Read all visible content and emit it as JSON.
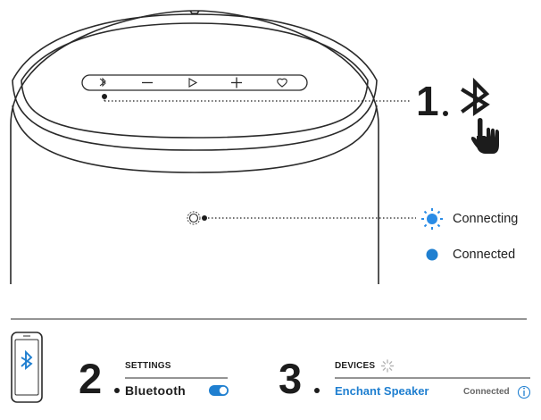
{
  "colors": {
    "line": "#2a2a2a",
    "accent": "#1f7fd0",
    "connecting": "#2a8ce6",
    "connected": "#1f7fd0",
    "muted": "#666666"
  },
  "speaker": {
    "top_panel_icons": [
      "bluetooth-icon",
      "minus-icon",
      "play-icon",
      "plus-icon",
      "heart-icon"
    ],
    "status_light_icon": "status-light-icon"
  },
  "step1": {
    "number": "1",
    "icons": [
      "bluetooth-icon",
      "press-hand-icon"
    ]
  },
  "status": {
    "connecting_label": "Connecting",
    "connected_label": "Connected"
  },
  "step2": {
    "number": "2",
    "header": "SETTINGS",
    "setting_label": "Bluetooth",
    "toggle_state": "on"
  },
  "step3": {
    "number": "3",
    "header": "DEVICES",
    "device_name": "Enchant Speaker",
    "device_status": "Connected",
    "info_icon": "info-icon"
  }
}
